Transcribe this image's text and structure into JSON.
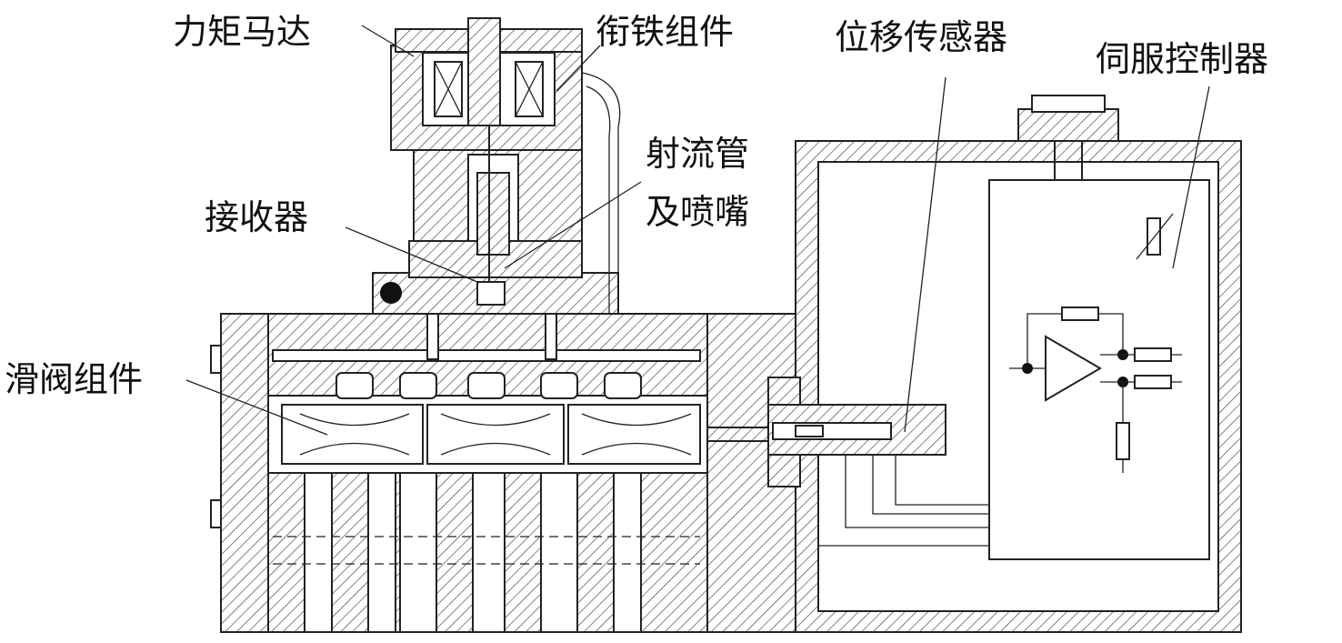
{
  "labels": {
    "torque_motor": "力矩马达",
    "armature_assembly": "衔铁组件",
    "displacement_sensor": "位移传感器",
    "servo_controller": "伺服控制器",
    "jet_pipe_line1": "射流管",
    "jet_pipe_line2": "及喷嘴",
    "receiver": "接收器",
    "spool_valve_assembly": "滑阀组件"
  }
}
